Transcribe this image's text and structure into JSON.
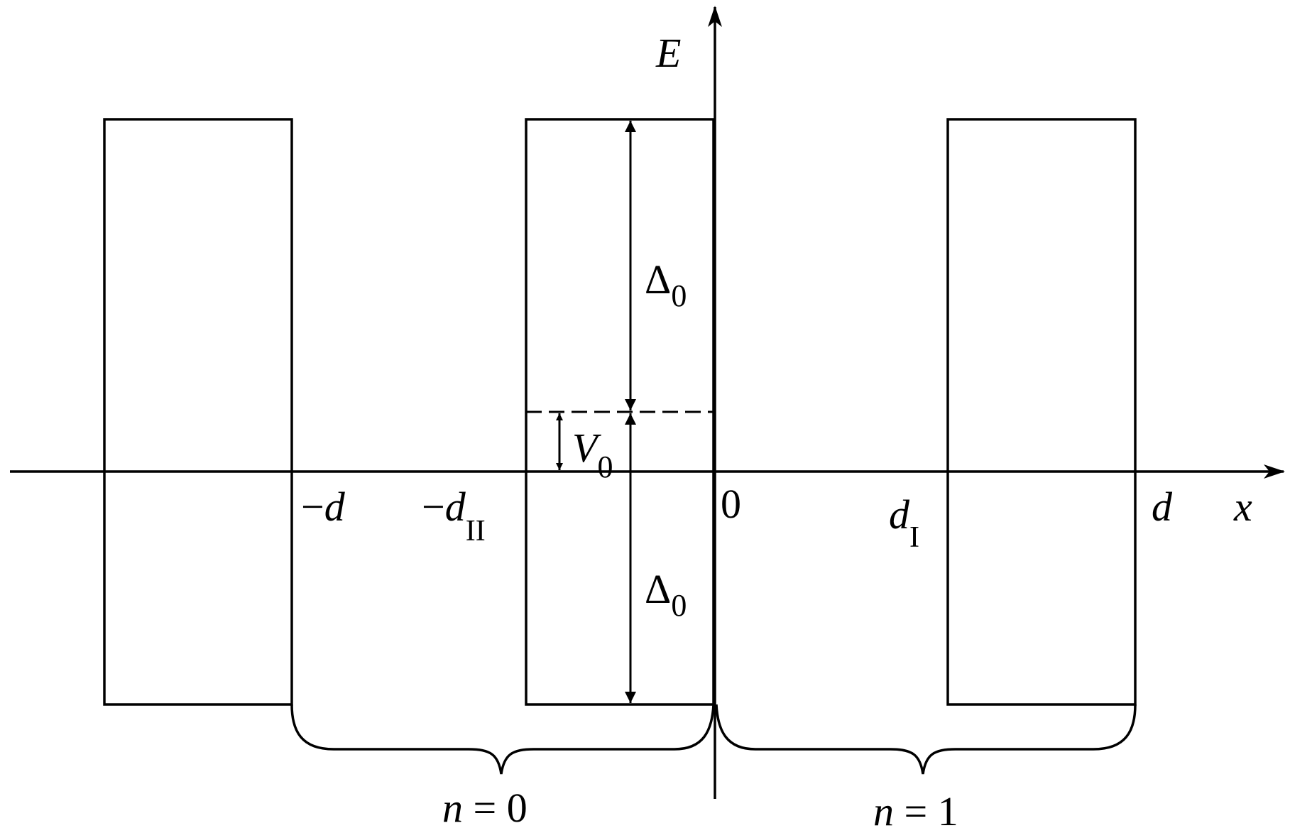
{
  "axes": {
    "y_label": "E",
    "x_label": "x"
  },
  "ticks": {
    "neg_d": {
      "sign": "−",
      "var": "d"
    },
    "neg_d_II": {
      "sign": "−",
      "var": "d",
      "sub": "II"
    },
    "zero": "0",
    "d_I": {
      "var": "d",
      "sub": "I"
    },
    "d": {
      "var": "d"
    }
  },
  "annotations": {
    "delta_upper": {
      "base": "Δ",
      "sub": "0"
    },
    "delta_lower": {
      "base": "Δ",
      "sub": "0"
    },
    "v0": {
      "base": "V",
      "sub": "0"
    }
  },
  "braces": {
    "left": {
      "var": "n",
      "rest": " = 0"
    },
    "right": {
      "var": "n",
      "rest": " = 1"
    }
  }
}
